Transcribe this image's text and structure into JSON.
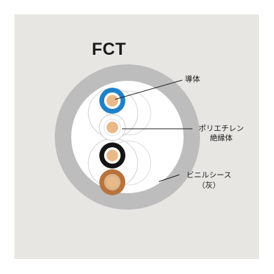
{
  "diagram": {
    "title": "FCT",
    "labels": {
      "conductor": "導体",
      "insulation_line1": "ポリエチレン",
      "insulation_line2": "絶縁体",
      "sheath_line1": "ビニルシース",
      "sheath_line2": "（灰）"
    },
    "colors": {
      "background": "#e8e6e3",
      "sheath": "#bdbdbd",
      "inner_fill": "#ffffff",
      "conductor": "#e9b98a",
      "blue_insulation": "#1f82c8",
      "white_insulation": "#ffffff",
      "black_insulation": "#141414",
      "brown_insulation": "#b8733c"
    }
  }
}
